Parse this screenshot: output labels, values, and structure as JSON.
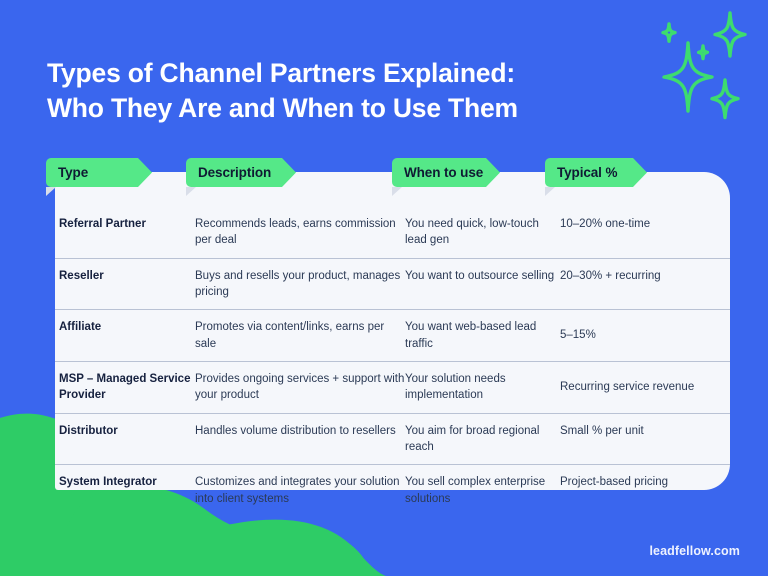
{
  "colors": {
    "background_blue": "#3a66ee",
    "tag_green": "#55e888",
    "blob_green": "#2ecc66",
    "card_bg": "#f5f7fb",
    "heading_text": "#ffffff",
    "body_text": "#2b3a55",
    "type_text": "#16213f",
    "divider": "#b9c2d4"
  },
  "title": {
    "line1": "Types of Channel Partners Explained:",
    "line2": "Who They Are and When to Use Them"
  },
  "table": {
    "headers": [
      {
        "label": "Type"
      },
      {
        "label": "Description"
      },
      {
        "label": "When to use"
      },
      {
        "label": "Typical %"
      }
    ],
    "rows": [
      {
        "type": "Referral Partner",
        "description": "Recommends leads, earns commission per deal",
        "when_to_use": "You need quick, low-touch lead gen",
        "typical_pct": "10–20% one-time"
      },
      {
        "type": "Reseller",
        "description": "Buys and resells your product, manages pricing",
        "when_to_use": "You want to outsource selling",
        "typical_pct": "20–30% + recurring"
      },
      {
        "type": "Affiliate",
        "description": "Promotes via content/links, earns per sale",
        "when_to_use": "You want web-based lead traffic",
        "typical_pct": "5–15%"
      },
      {
        "type": "MSP – Managed Service Provider",
        "description": "Provides ongoing services + support with your product",
        "when_to_use": "Your solution needs implementation",
        "typical_pct": "Recurring service revenue"
      },
      {
        "type": "Distributor",
        "description": "Handles volume distribution to resellers",
        "when_to_use": "You aim for broad regional reach",
        "typical_pct": "Small % per unit"
      },
      {
        "type": "System Integrator",
        "description": "Customizes and integrates your solution into client systems",
        "when_to_use": "You sell complex enterprise solutions",
        "typical_pct": " Project-based pricing"
      }
    ]
  },
  "footer": {
    "brand": "leadfellow.com"
  },
  "decorations": {
    "sparkle_count": 5,
    "blob_position": "bottom-left"
  }
}
